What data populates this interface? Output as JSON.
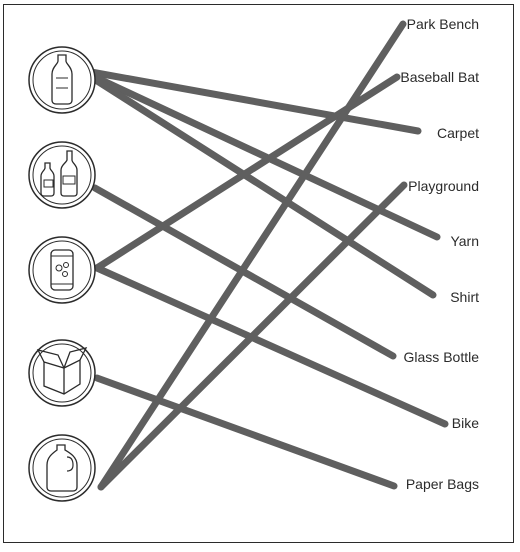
{
  "diagram": {
    "line_color": "#5f5f5f",
    "sources": [
      {
        "icon": "plastic-bottle-icon"
      },
      {
        "icon": "glass-bottles-icon"
      },
      {
        "icon": "soda-can-icon"
      },
      {
        "icon": "cardboard-box-icon"
      },
      {
        "icon": "milk-jug-icon"
      }
    ],
    "products": [
      {
        "label": "Park Bench"
      },
      {
        "label": "Baseball Bat"
      },
      {
        "label": "Carpet"
      },
      {
        "label": "Playground"
      },
      {
        "label": "Yarn"
      },
      {
        "label": "Shirt"
      },
      {
        "label": "Glass Bottle"
      },
      {
        "label": "Bike"
      },
      {
        "label": "Paper Bags"
      }
    ],
    "connections": [
      {
        "from": 0,
        "to": 2
      },
      {
        "from": 0,
        "to": 4
      },
      {
        "from": 0,
        "to": 5
      },
      {
        "from": 1,
        "to": 6
      },
      {
        "from": 2,
        "to": 1
      },
      {
        "from": 2,
        "to": 7
      },
      {
        "from": 3,
        "to": 8
      },
      {
        "from": 4,
        "to": 0
      },
      {
        "from": 4,
        "to": 3
      }
    ]
  }
}
